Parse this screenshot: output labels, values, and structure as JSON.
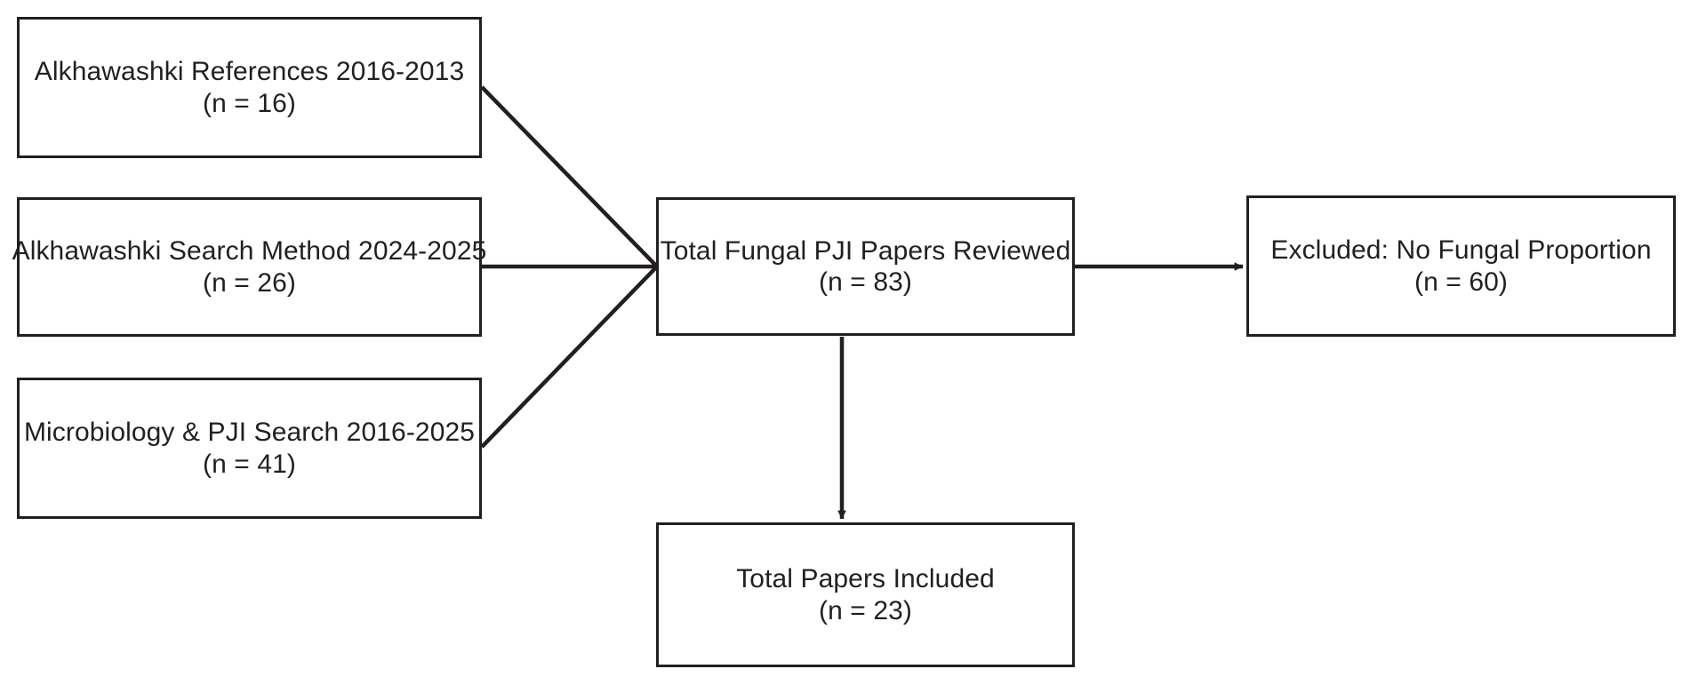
{
  "diagram": {
    "type": "flowchart",
    "title": "Fungal PJI literature selection flow diagram",
    "colors": {
      "stroke": "#231f20",
      "fill": "#ffffff",
      "text": "#231f20"
    },
    "nodes": {
      "source_1": {
        "label": "Alkhawashki References 2016-2013",
        "count": "(n = 16)",
        "n": 16
      },
      "source_2": {
        "label": "Alkhawashki Search Method 2024-2025",
        "count": "(n = 26)",
        "n": 26
      },
      "source_3": {
        "label": "Microbiology & PJI Search 2016-2025",
        "count": "(n = 41)",
        "n": 41
      },
      "total": {
        "label": "Total Fungal PJI Papers Reviewed",
        "count": "(n = 83)",
        "n": 83
      },
      "excluded": {
        "label": "Excluded: No Fungal Proportion",
        "count": "(n = 60)",
        "n": 60
      },
      "included": {
        "label": "Total Papers Included",
        "count": "(n = 23)",
        "n": 23
      }
    },
    "edges": [
      {
        "from": "source_1",
        "to": "total",
        "arrowhead": "none",
        "style": "diagonal"
      },
      {
        "from": "source_2",
        "to": "total",
        "arrowhead": "none",
        "style": "straight"
      },
      {
        "from": "source_3",
        "to": "total",
        "arrowhead": "none",
        "style": "diagonal"
      },
      {
        "from": "total",
        "to": "excluded",
        "arrowhead": "filled-triangle",
        "style": "horizontal"
      },
      {
        "from": "total",
        "to": "included",
        "arrowhead": "filled-triangle",
        "style": "vertical"
      }
    ]
  }
}
